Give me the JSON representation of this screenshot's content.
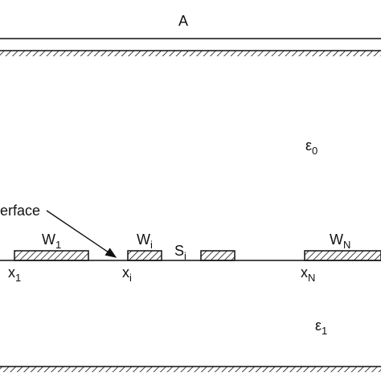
{
  "diagram": {
    "top_dimension_label": "A",
    "region_upper_label": {
      "base": "ε",
      "sub": "0"
    },
    "region_lower_label": {
      "base": "ε",
      "sub": "1"
    },
    "interface_label": "erface",
    "strips": [
      {
        "width_base": "W",
        "width_sub": "1",
        "pos_base": "x",
        "pos_sub": "1"
      },
      {
        "width_base": "W",
        "width_sub": "i",
        "pos_base": "x",
        "pos_sub": "i"
      },
      {
        "width_base": "",
        "width_sub": "",
        "pos_base": "",
        "pos_sub": ""
      },
      {
        "width_base": "W",
        "width_sub": "N",
        "pos_base": "x",
        "pos_sub": "N"
      }
    ],
    "spacing_label": {
      "base": "S",
      "sub": "i"
    }
  },
  "colors": {
    "line": "#111111",
    "background": "#ffffff"
  }
}
